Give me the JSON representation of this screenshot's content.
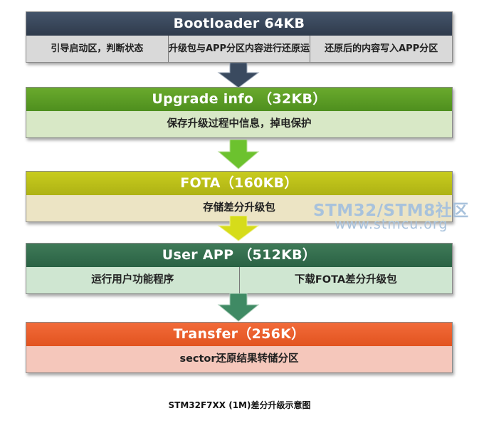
{
  "blocks": {
    "bootloader": {
      "title": "Bootloader 64KB",
      "cells": [
        "引导启动区，判断状态",
        "升级包与APP分区内容进行还原运算",
        "还原后的内容写入APP分区"
      ]
    },
    "upgrade_info": {
      "title": "Upgrade info （32KB）",
      "desc": "保存升级过程中信息，掉电保护"
    },
    "fota": {
      "title": "FOTA（160KB）",
      "desc": "存储差分升级包"
    },
    "user_app": {
      "title": "User APP （512KB）",
      "cells": [
        "运行用户功能程序",
        "下载FOTA差分升级包"
      ]
    },
    "transfer": {
      "title": "Transfer（256K）",
      "desc": "sector还原结果转储分区"
    }
  },
  "watermark": {
    "line1": "STM32/STM8社区",
    "line2": "www.stmcu.org"
  },
  "caption": "STM32F7XX (1M)差分升级示意图",
  "colors": {
    "bootloader": "#3a4a5f",
    "upgrade_info": "#5a9a25",
    "fota": "#bcc018",
    "user_app": "#336e4e",
    "transfer": "#ea5e2b"
  }
}
